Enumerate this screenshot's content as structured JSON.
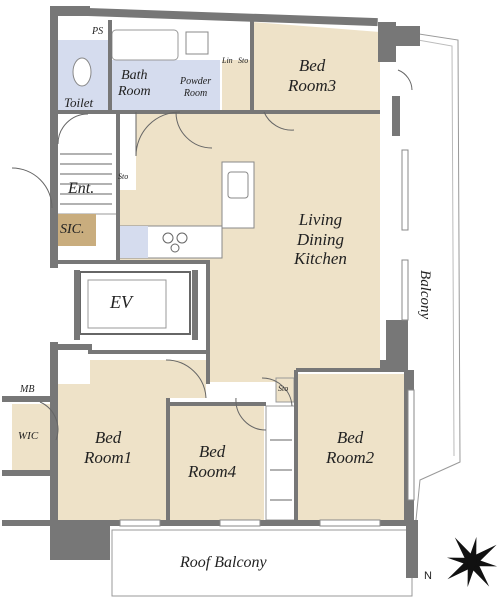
{
  "rooms": {
    "bedroom3": "Bed\nRoom3",
    "bath": "Bath\nRoom",
    "powder": "Powder\nRoom",
    "toilet": "Toilet",
    "ldk": "Living\nDining\nKitchen",
    "ent": "Ent.",
    "sic": "SIC.",
    "ev": "EV",
    "bedroom1": "Bed\nRoom1",
    "bedroom4": "Bed\nRoom4",
    "bedroom2": "Bed\nRoom2",
    "wic": "WIC",
    "balcony": "Balcony",
    "roof_balcony": "Roof Balcony"
  },
  "small_labels": {
    "ps": "PS",
    "mb": "MB",
    "sto1": "Sto",
    "sto2": "Sto",
    "lin": "Lin",
    "sto3": "Sto"
  },
  "compass": {
    "north_letter": "N"
  },
  "colors": {
    "room_fill": "#eee2c8",
    "wet_fill": "#d5dcee",
    "wall": "#777777",
    "sic_fill": "#c9ad7e",
    "floor_white": "#ffffff"
  }
}
